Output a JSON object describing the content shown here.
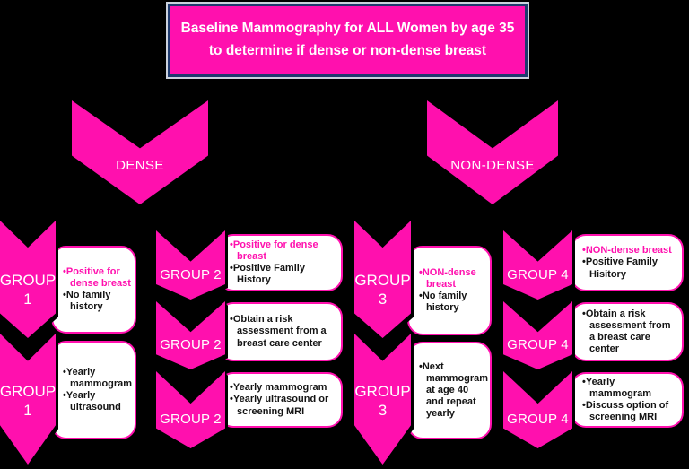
{
  "colors": {
    "background": "#000000",
    "magenta": "#ff10ae",
    "title_border": "#1e3a6e",
    "outer_ring": "#ccd2dd",
    "box_bg": "#ffffff",
    "text_dark": "#141414",
    "label_text": "#ffffff"
  },
  "ui": {
    "bullet": "•"
  },
  "title": {
    "line1": "Baseline Mammography for ALL Women by age 35",
    "line2": "to determine if dense or non-dense breast"
  },
  "branches": {
    "left": "DENSE",
    "right": "NON-DENSE"
  },
  "groups": [
    {
      "name": "GROUP 1",
      "label": {
        "line1": "GROUP",
        "line2": "1"
      },
      "boxes": [
        {
          "items": [
            {
              "text": "Positive for dense breast",
              "emphasis": true
            },
            {
              "text": "No family history",
              "emphasis": false
            }
          ]
        },
        {
          "items": [
            {
              "text": "Yearly mammogram",
              "emphasis": false
            },
            {
              "text": "Yearly ultrasound",
              "emphasis": false
            }
          ]
        }
      ]
    },
    {
      "name": "GROUP 2",
      "label": "GROUP 2",
      "boxes": [
        {
          "items": [
            {
              "text": "Positive for dense breast",
              "emphasis": true
            },
            {
              "text": "Positive Family History",
              "emphasis": false
            }
          ]
        },
        {
          "items": [
            {
              "text": "Obtain a risk assessment from a breast care center",
              "emphasis": false
            }
          ]
        },
        {
          "items": [
            {
              "text": "Yearly mammogram",
              "emphasis": false
            },
            {
              "text": "Yearly ultrasound or screening MRI",
              "emphasis": false
            }
          ]
        }
      ]
    },
    {
      "name": "GROUP 3",
      "label": {
        "line1": "GROUP",
        "line2": "3"
      },
      "boxes": [
        {
          "items": [
            {
              "text": "NON-dense breast",
              "emphasis": true
            },
            {
              "text": "No family history",
              "emphasis": false
            }
          ]
        },
        {
          "items": [
            {
              "text": "Next mammogram at age 40 and repeat yearly",
              "emphasis": false
            }
          ]
        }
      ]
    },
    {
      "name": "GROUP 4",
      "label": "GROUP 4",
      "boxes": [
        {
          "items": [
            {
              "text": "NON-dense breast",
              "emphasis": true
            },
            {
              "text": "Positive Family Hisitory",
              "emphasis": false
            }
          ]
        },
        {
          "items": [
            {
              "text": "Obtain a risk assessment from a breast care center",
              "emphasis": false
            }
          ]
        },
        {
          "items": [
            {
              "text": "Yearly mammogram",
              "emphasis": false
            },
            {
              "text": "Discuss option of screening MRI",
              "emphasis": false
            }
          ]
        }
      ]
    }
  ]
}
